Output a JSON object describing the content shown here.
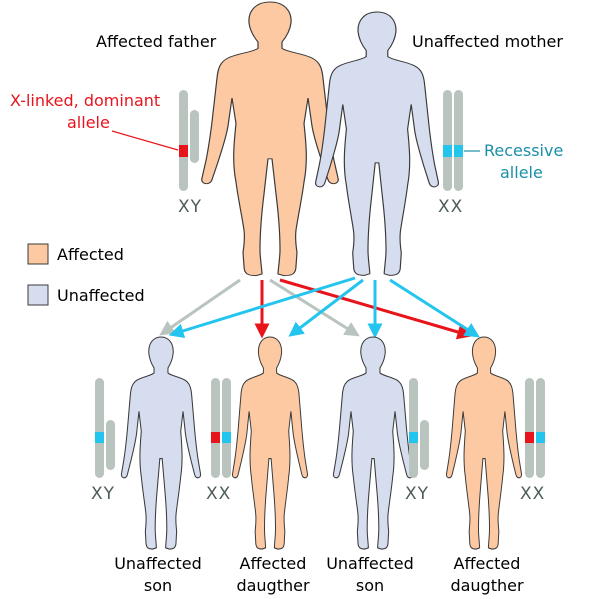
{
  "parents": {
    "father_label": "Affected father",
    "mother_label": "Unaffected mother",
    "father_karyotype": "XY",
    "mother_karyotype": "XX"
  },
  "annotations": {
    "dominant_line1": "X-linked, dominant",
    "dominant_line2": "allele",
    "recessive_line1": "Recessive",
    "recessive_line2": "allele"
  },
  "legend": {
    "affected": "Affected",
    "unaffected": "Unaffected"
  },
  "children": [
    {
      "line1": "Unaffected",
      "line2": "son",
      "karyotype": "XY"
    },
    {
      "line1": "Affected",
      "line2": "daugther",
      "karyotype": "XX"
    },
    {
      "line1": "Unaffected",
      "line2": "son",
      "karyotype": "XY"
    },
    {
      "line1": "Affected",
      "line2": "daugther",
      "karyotype": "XX"
    }
  ],
  "colors": {
    "affected_fill": "#fcc9a2",
    "unaffected_fill": "#d5ddef",
    "chromosome": "#b8c4bd",
    "dominant_allele": "#e8141b",
    "recessive_allele": "#23c5ef",
    "arrow_red": "#e8141b",
    "arrow_blue": "#23c5ef",
    "arrow_gray": "#b8c4bd",
    "label_red": "#e8141b",
    "label_teal": "#1a8fa8"
  }
}
